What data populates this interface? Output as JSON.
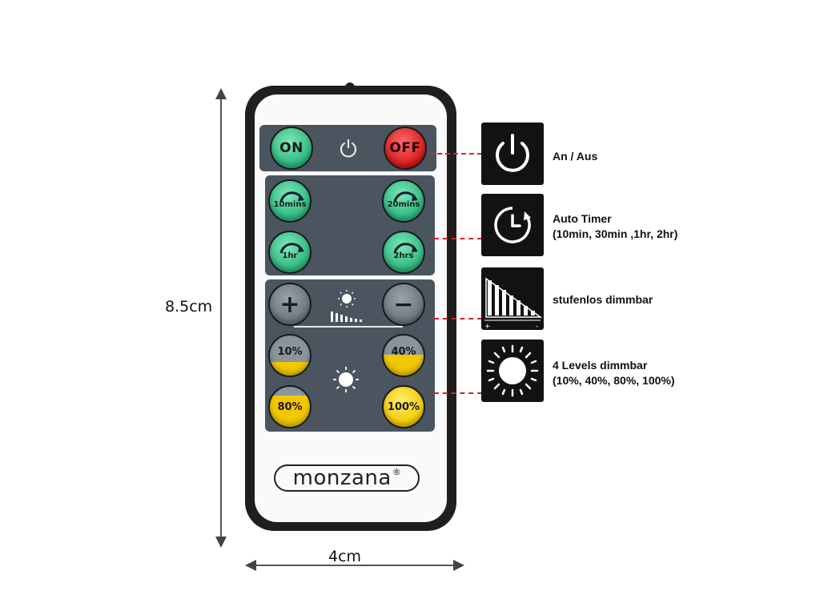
{
  "dimensions": {
    "height_label": "8.5cm",
    "width_label": "4cm"
  },
  "remote": {
    "power_row": {
      "on_label": "ON",
      "off_label": "OFF",
      "power_icon": "power-icon"
    },
    "timer_buttons": [
      {
        "label": "10mins"
      },
      {
        "label": "20mins"
      },
      {
        "label": "1hr"
      },
      {
        "label": "2hrs"
      }
    ],
    "dimmer": {
      "plus_label": "+",
      "minus_label": "−"
    },
    "level_buttons": [
      {
        "label": "10%"
      },
      {
        "label": "40%"
      },
      {
        "label": "80%"
      },
      {
        "label": "100%"
      }
    ],
    "brand": {
      "name": "monzana",
      "registered": "®"
    }
  },
  "features": [
    {
      "icon": "power-icon",
      "label": "An / Aus"
    },
    {
      "icon": "clock-timer-icon",
      "label": "Auto Timer",
      "detail": "(10min, 30min ,1hr, 2hr)"
    },
    {
      "icon": "dimmer-ramp-icon",
      "label": "stufenlos dimmbar"
    },
    {
      "icon": "sun-brightness-icon",
      "label": "4 Levels dimmbar",
      "detail": "(10%, 40%, 80%, 100%)"
    }
  ],
  "colors": {
    "on": "#2ab57d",
    "off": "#d61818",
    "level": "#f2c800",
    "panel": "#4a5560",
    "leader": "#e02020"
  }
}
